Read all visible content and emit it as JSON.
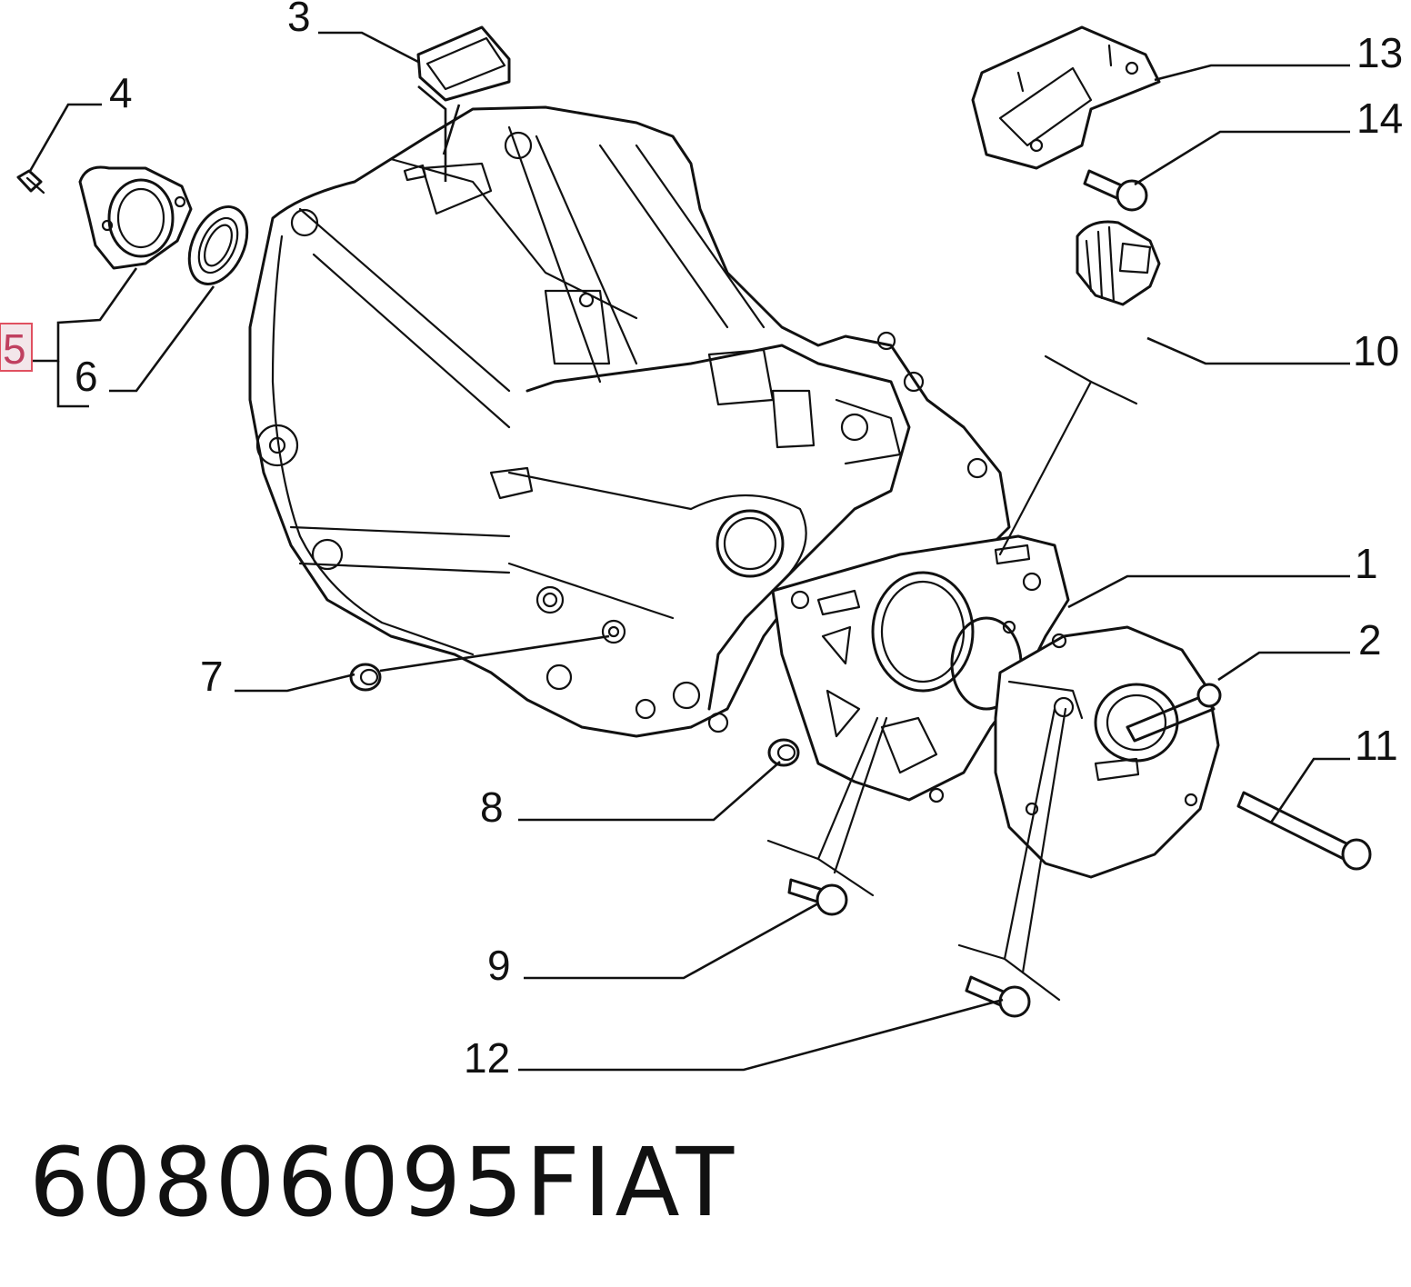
{
  "callouts": {
    "p1": "1",
    "p2": "2",
    "p3": "3",
    "p4": "4",
    "p5": "5",
    "p6": "6",
    "p7": "7",
    "p8": "8",
    "p9": "9",
    "p10": "10",
    "p11": "11",
    "p12": "12",
    "p13": "13",
    "p14": "14"
  },
  "highlighted_callout": "5",
  "highlight_color": "#e05060",
  "footer": {
    "part_number": "60806095",
    "brand": "FIAT"
  }
}
